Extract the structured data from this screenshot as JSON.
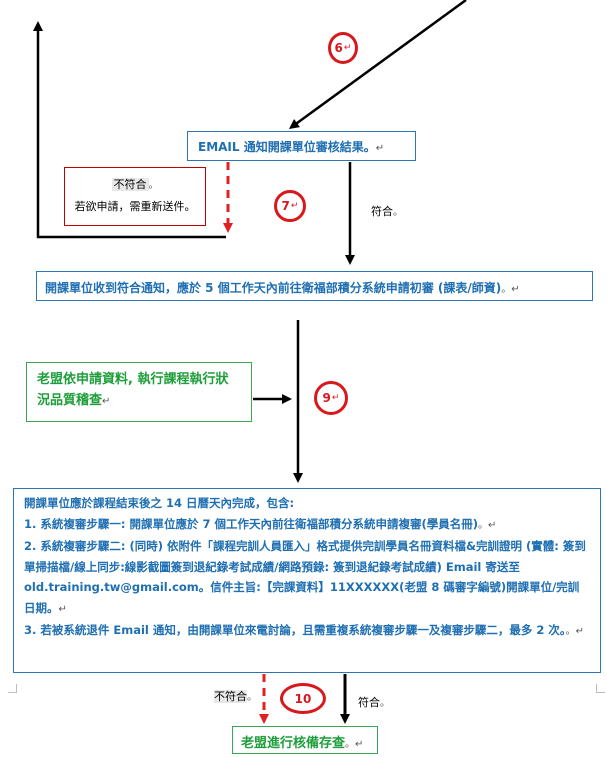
{
  "boxes": {
    "email_notify": "EMAIL 通知開課單位審核結果。",
    "not_pass_title": "不符合",
    "not_pass_body": "若欲申請，需重新送件。",
    "received": "開課單位收到符合通知，應於 5 個工作天內前往衛福部積分系統申請初審 (課表/師資)",
    "inspection": "老盟依申請資料, 執行課程執行狀況品質稽查",
    "final_archive": "老盟進行核備存查"
  },
  "completion": {
    "intro": "開課單位應於課程結束後之 14 日曆天內完成，包含:",
    "item1": "1. 系統複審步驟一:  開課單位應於 7 個工作天內前往衛福部積分系統申請複審(學員名冊)",
    "item2": "2. 系統複審步驟二: (同時) 依附件「課程完訓人員匯入」格式提供完訓學員名冊資料檔&完訓證明 (實體: 簽到單掃描檔/線上同步:線影截圖簽到退紀錄考試成績/網路預錄: 簽到退紀錄考試成績) Email 寄送至 old.training.tw@gmail.com。信件主旨:【完課資料】11XXXXXX(老盟 8 碼審字編號)開課單位/完訓日期。",
    "item3": "3. 若被系統退件 Email 通知，由開課單位來電討論，且需重複系統複審步驟一及複審步驟二，最多 2 次。"
  },
  "labels": {
    "pass_1": "符合",
    "not_pass_2": "不符合",
    "pass_2": "符合"
  },
  "steps": {
    "s6": "6",
    "s7": "7",
    "s9": "9",
    "s10": "10"
  },
  "marks": {
    "para": "↵",
    "dot": "。"
  },
  "colors": {
    "box_text": "#1f6fb2",
    "box_border_blue": "#2e75b6",
    "box_border_green": "#3aa655",
    "box_border_red": "#c00000",
    "step_circle": "#d8181d",
    "arrow_black": "#000000",
    "arrow_red_dashed": "#e02020"
  }
}
